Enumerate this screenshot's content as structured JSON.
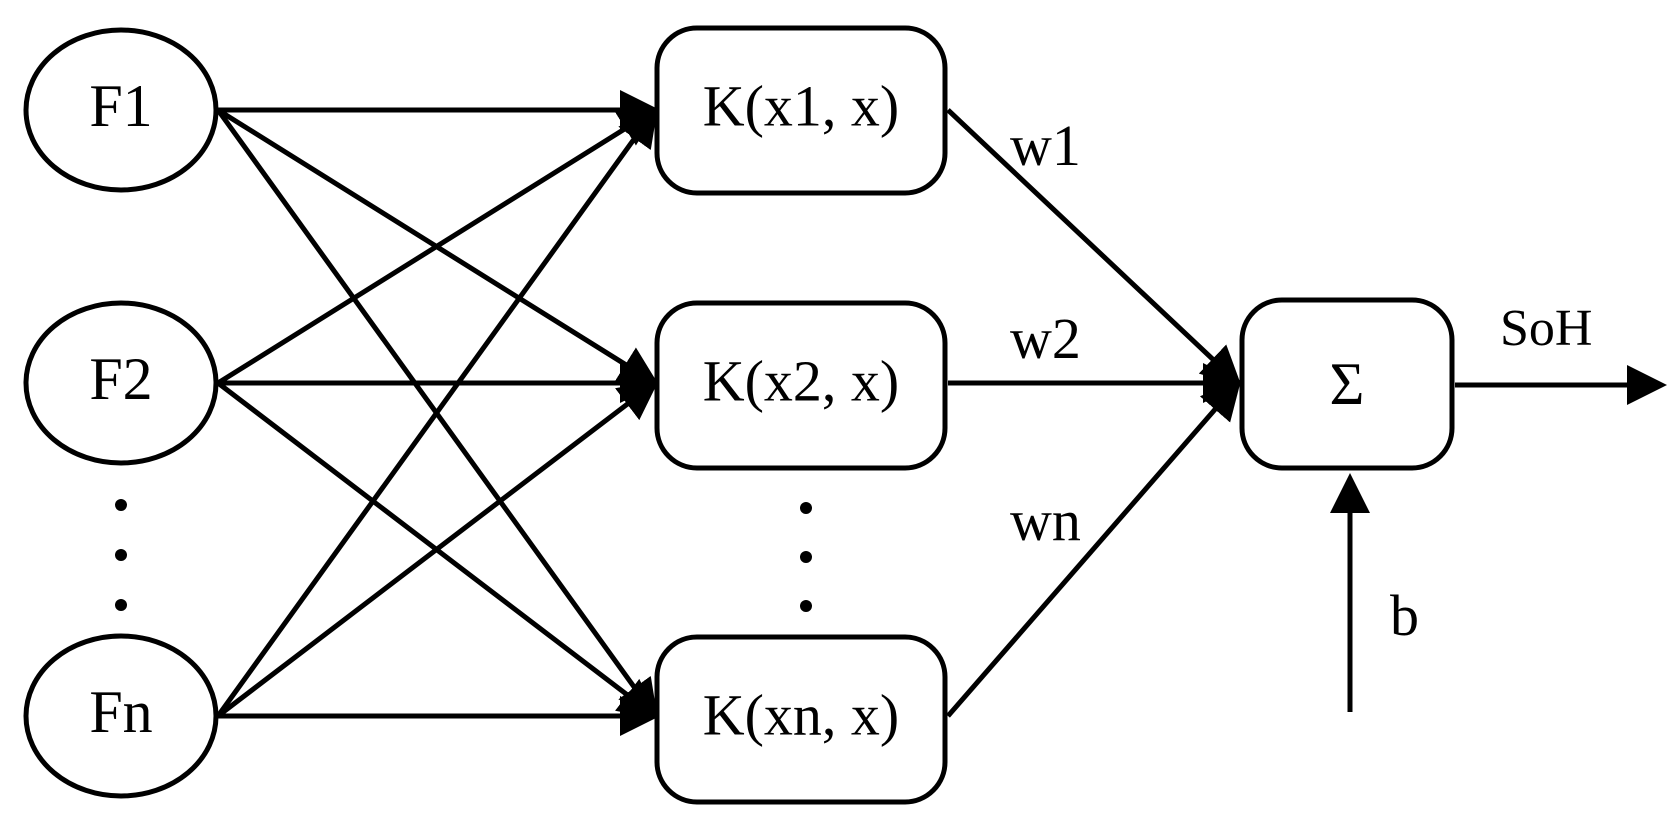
{
  "inputs": [
    {
      "label": "F1"
    },
    {
      "label": "F2"
    },
    {
      "label": "Fn"
    }
  ],
  "kernels": [
    {
      "label": "K(x1, x)"
    },
    {
      "label": "K(x2, x)"
    },
    {
      "label": "K(xn, x)"
    }
  ],
  "weights": [
    {
      "label": "w1"
    },
    {
      "label": "w2"
    },
    {
      "label": "wn"
    }
  ],
  "sum_node": {
    "label": "Σ"
  },
  "output": {
    "label": "SoH"
  },
  "bias": {
    "label": "b"
  },
  "colors": {
    "stroke": "#000000",
    "background": "#ffffff"
  }
}
